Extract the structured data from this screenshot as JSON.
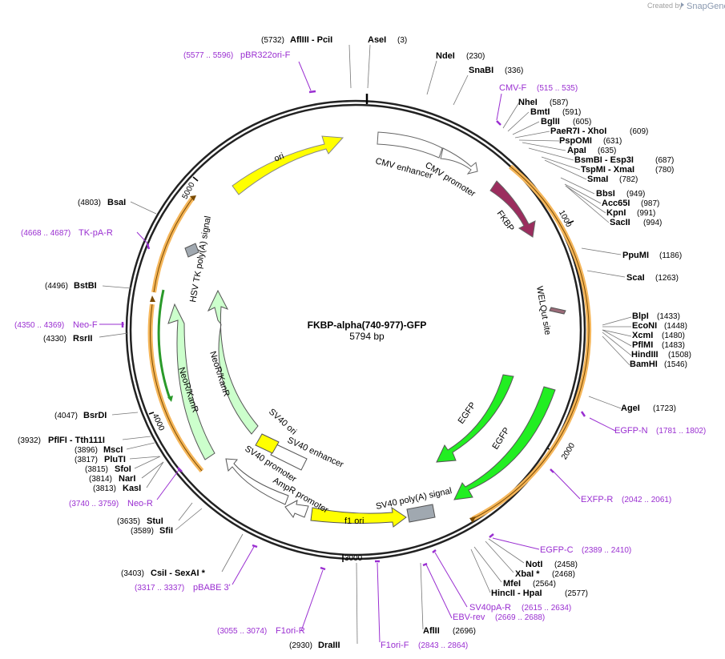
{
  "credit": {
    "created_by": "Created by",
    "brand": "SnapGene",
    "logo_icon": "snapgene-logo-icon"
  },
  "plasmid": {
    "name": "FKBP-alpha(740-977)-GFP",
    "length_label": "5794 bp",
    "length": 5794
  },
  "colors": {
    "backbone": "#222222",
    "primer": "#9a2fd1",
    "ori": "#ffff00",
    "fkbp": "#9b2d5e",
    "egfp": "#22ee22",
    "neo": "#ccffcc",
    "promoter": "#ffffff",
    "polyA": "#a0a8b0",
    "orf": "#f5b65a",
    "orf_line": "#7a4a00"
  },
  "ticks": [
    {
      "label": "1000",
      "bp": 1000
    },
    {
      "label": "2000",
      "bp": 2000
    },
    {
      "label": "3000",
      "bp": 3000
    },
    {
      "label": "4000",
      "bp": 4000
    },
    {
      "label": "5000",
      "bp": 5000
    }
  ],
  "enzymes": [
    {
      "name": "AflIII - PciI",
      "pos": "(5732)"
    },
    {
      "name": "AseI",
      "pos": "(3)"
    },
    {
      "name": "NdeI",
      "pos": "(230)"
    },
    {
      "name": "SnaBI",
      "pos": "(336)"
    },
    {
      "name": "NheI",
      "pos": "(587)"
    },
    {
      "name": "BmtI",
      "pos": "(591)"
    },
    {
      "name": "BglII",
      "pos": "(605)"
    },
    {
      "name": "PaeR7I - XhoI",
      "pos": "(609)"
    },
    {
      "name": "PspOMI",
      "pos": "(631)"
    },
    {
      "name": "ApaI",
      "pos": "(635)"
    },
    {
      "name": "BsmBI - Esp3I",
      "pos": "(687)"
    },
    {
      "name": "TspMI - XmaI",
      "pos": "(780)"
    },
    {
      "name": "SmaI",
      "pos": "(782)"
    },
    {
      "name": "BbsI",
      "pos": "(949)"
    },
    {
      "name": "Acc65I",
      "pos": "(987)"
    },
    {
      "name": "KpnI",
      "pos": "(991)"
    },
    {
      "name": "SacII",
      "pos": "(994)"
    },
    {
      "name": "PpuMI",
      "pos": "(1186)"
    },
    {
      "name": "ScaI",
      "pos": "(1263)"
    },
    {
      "name": "BlpI",
      "pos": "(1433)"
    },
    {
      "name": "EcoNI",
      "pos": "(1448)"
    },
    {
      "name": "XcmI",
      "pos": "(1480)"
    },
    {
      "name": "PflMI",
      "pos": "(1483)"
    },
    {
      "name": "HindIII",
      "pos": "(1508)"
    },
    {
      "name": "BamHI",
      "pos": "(1546)"
    },
    {
      "name": "AgeI",
      "pos": "(1723)"
    },
    {
      "name": "NotI",
      "pos": "(2458)"
    },
    {
      "name": "XbaI *",
      "pos": "(2468)"
    },
    {
      "name": "MfeI",
      "pos": "(2564)"
    },
    {
      "name": "HincII - HpaI",
      "pos": "(2577)"
    },
    {
      "name": "AflII",
      "pos": "(2696)"
    },
    {
      "name": "DraIII",
      "pos": "(2930)"
    },
    {
      "name": "CsiI - SexAI *",
      "pos": "(3403)"
    },
    {
      "name": "StuI",
      "pos": "(3635)"
    },
    {
      "name": "SfiI",
      "pos": "(3589)"
    },
    {
      "name": "KasI",
      "pos": "(3813)"
    },
    {
      "name": "NarI",
      "pos": "(3814)"
    },
    {
      "name": "SfoI",
      "pos": "(3815)"
    },
    {
      "name": "PluTI",
      "pos": "(3817)"
    },
    {
      "name": "MscI",
      "pos": "(3896)"
    },
    {
      "name": "PflFI - Tth111I",
      "pos": "(3932)"
    },
    {
      "name": "BsrDI",
      "pos": "(4047)"
    },
    {
      "name": "RsrII",
      "pos": "(4330)"
    },
    {
      "name": "BstBI",
      "pos": "(4496)"
    },
    {
      "name": "BsaI",
      "pos": "(4803)"
    }
  ],
  "primers": [
    {
      "name": "pBR322ori-F",
      "range": "(5577 .. 5596)"
    },
    {
      "name": "CMV-F",
      "range": "(515 .. 535)"
    },
    {
      "name": "EGFP-N",
      "range": "(1781 .. 1802)"
    },
    {
      "name": "EXFP-R",
      "range": "(2042 .. 2061)"
    },
    {
      "name": "EGFP-C",
      "range": "(2389 .. 2410)"
    },
    {
      "name": "SV40pA-R",
      "range": "(2615 .. 2634)"
    },
    {
      "name": "EBV-rev",
      "range": "(2669 .. 2688)"
    },
    {
      "name": "F1ori-F",
      "range": "(2843 .. 2864)"
    },
    {
      "name": "F1ori-R",
      "range": "(3055 .. 3074)"
    },
    {
      "name": "pBABE 3'",
      "range": "(3317 .. 3337)"
    },
    {
      "name": "Neo-R",
      "range": "(3740 .. 3759)"
    },
    {
      "name": "Neo-F",
      "range": "(4350 .. 4369)"
    },
    {
      "name": "TK-pA-R",
      "range": "(4668 .. 4687)"
    }
  ],
  "features": [
    {
      "label": "CMV enhancer",
      "start": 61,
      "end": 440,
      "type": "promoter"
    },
    {
      "label": "CMV promoter",
      "start": 441,
      "end": 644,
      "type": "promoter"
    },
    {
      "label": "FKBP",
      "start": 740,
      "end": 977,
      "type": "fkbp"
    },
    {
      "label": "WELQut site",
      "start": 1380,
      "end": 1400,
      "type": "site"
    },
    {
      "label": "EGFP",
      "start": 1720,
      "end": 2440,
      "type": "egfp"
    },
    {
      "label": "EGFP",
      "start": 1730,
      "end": 2440,
      "type": "egfp"
    },
    {
      "label": "SV40 poly(A) signal",
      "start": 2590,
      "end": 2710,
      "type": "polyA"
    },
    {
      "label": "f1 ori",
      "start": 2770,
      "end": 3210,
      "type": "ori"
    },
    {
      "label": "AmpR promoter",
      "start": 3230,
      "end": 3340,
      "type": "promoter"
    },
    {
      "label": "SV40 promoter",
      "start": 3340,
      "end": 3700,
      "type": "promoter"
    },
    {
      "label": "SV40 enhancer",
      "start": 3420,
      "end": 3560,
      "type": "promoter"
    },
    {
      "label": "SV40 ori",
      "start": 3560,
      "end": 3640,
      "type": "ori"
    },
    {
      "label": "NeoR/KanR",
      "start": 3750,
      "end": 4540,
      "type": "neo"
    },
    {
      "label": "NeoR/KanR",
      "start": 3750,
      "end": 4540,
      "type": "neo"
    },
    {
      "label": "HSV TK poly(A) signal",
      "start": 4780,
      "end": 4800,
      "type": "polyA"
    },
    {
      "label": "ori",
      "start": 5140,
      "end": 5730,
      "type": "ori"
    }
  ]
}
